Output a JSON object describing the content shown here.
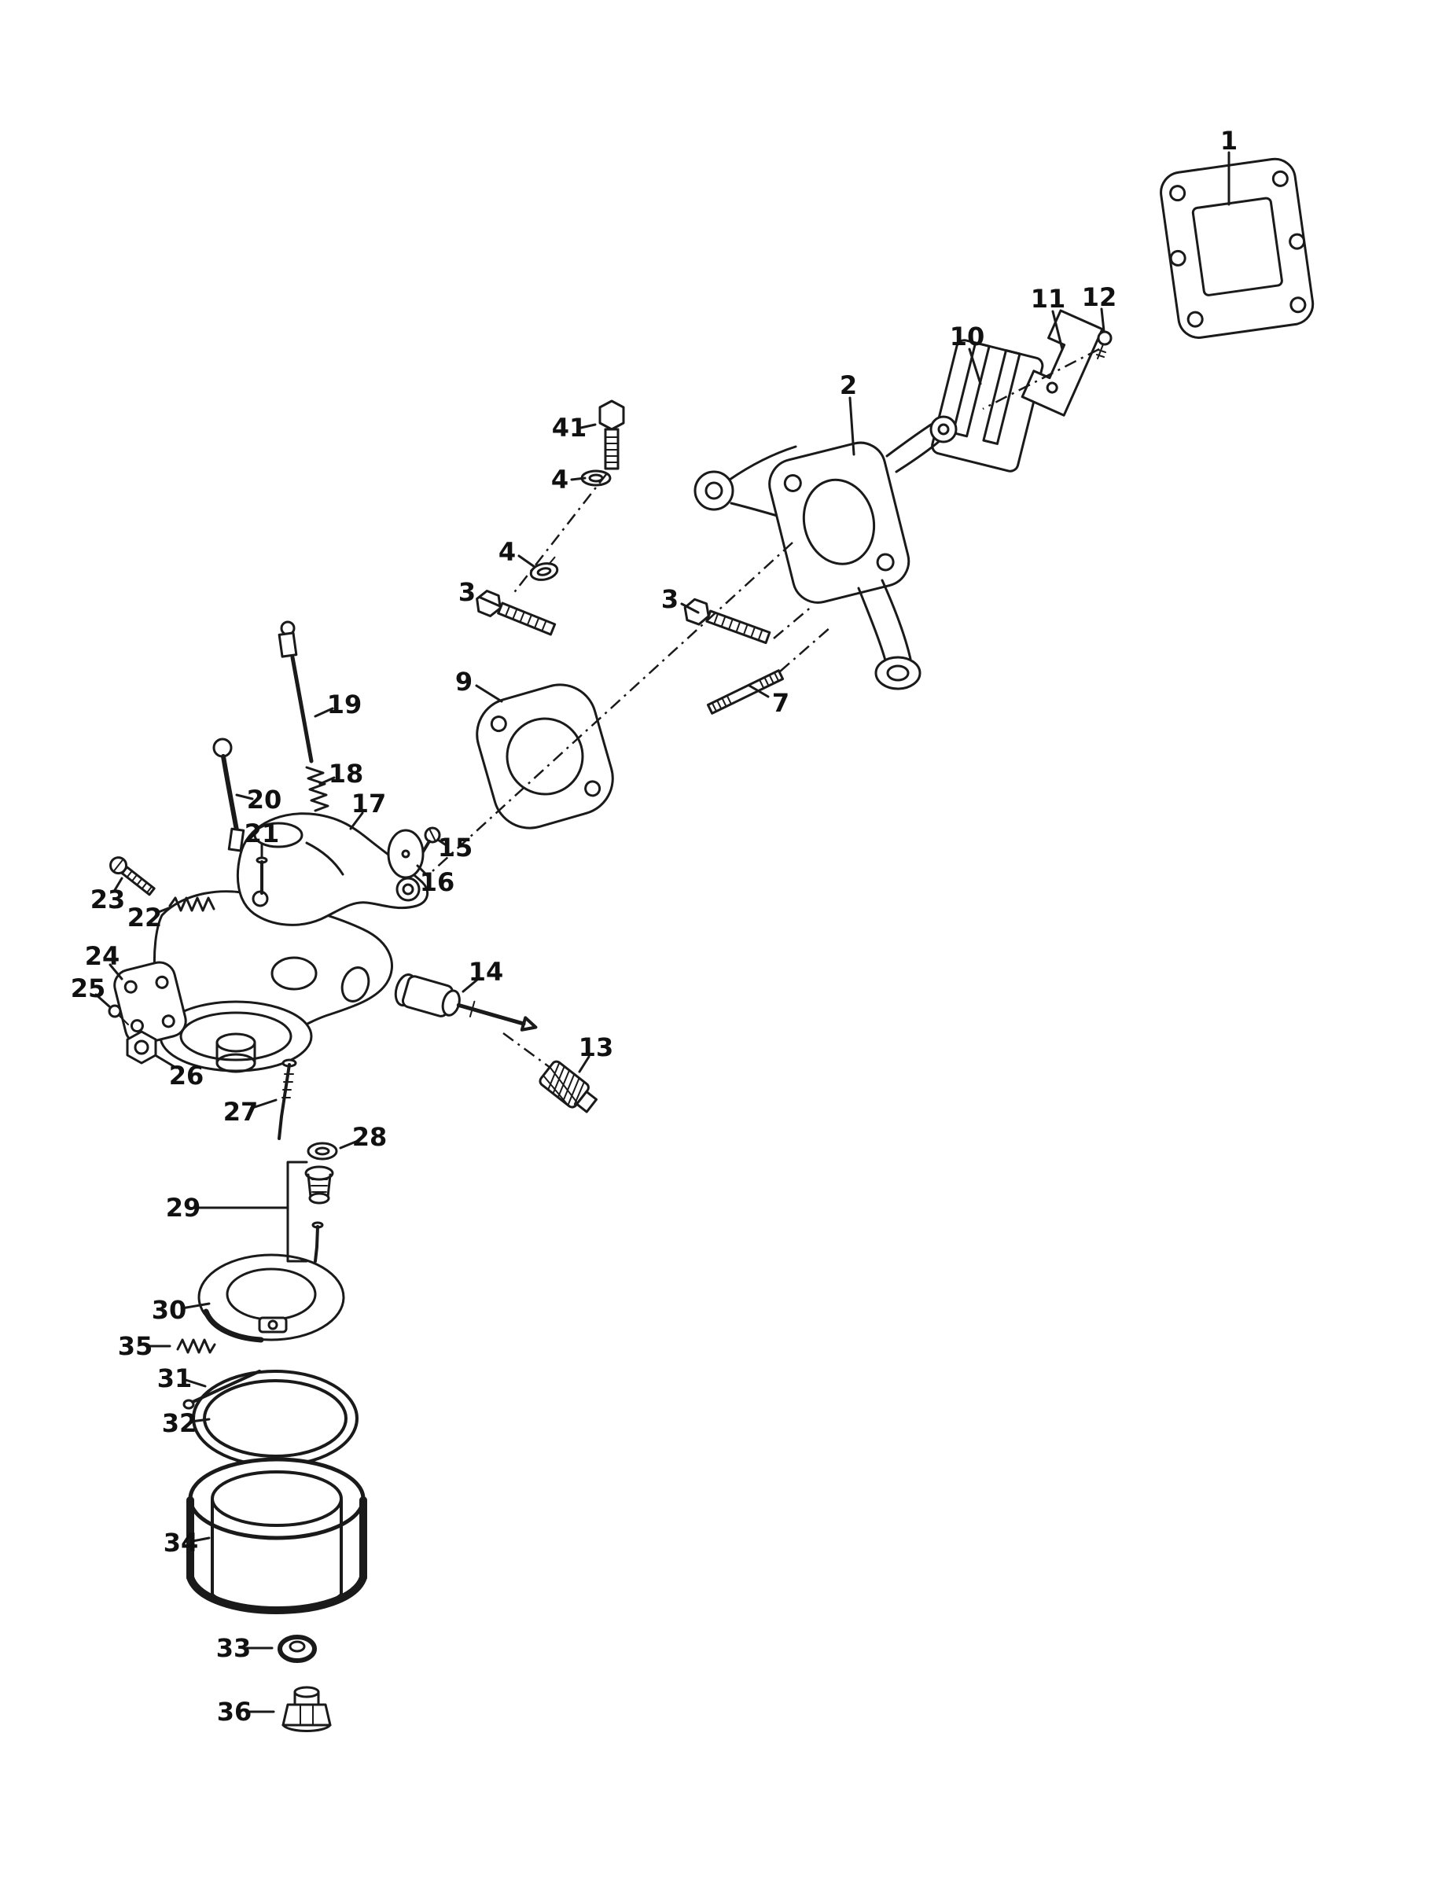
{
  "diagram": {
    "background_color": "#ffffff",
    "ink_color": "#1a1a1a",
    "callouts": [
      {
        "label": "1",
        "part": "flange gasket with square port and six holes"
      },
      {
        "label": "2",
        "part": "manifold adapter casting"
      },
      {
        "label": "3",
        "part": "hex bolt"
      },
      {
        "label": "3",
        "part": "hex bolt"
      },
      {
        "label": "4",
        "part": "flat washer"
      },
      {
        "label": "4",
        "part": "lock washer"
      },
      {
        "label": "7",
        "part": "threaded stud"
      },
      {
        "label": "9",
        "part": "carburetor mounting gasket"
      },
      {
        "label": "10",
        "part": "slotted shim plate"
      },
      {
        "label": "11",
        "part": "fork retainer plate"
      },
      {
        "label": "12",
        "part": "screw"
      },
      {
        "label": "13",
        "part": "knurled plug"
      },
      {
        "label": "14",
        "part": "needle valve assembly"
      },
      {
        "label": "15",
        "part": "screw"
      },
      {
        "label": "16",
        "part": "throttle disc"
      },
      {
        "label": "17",
        "part": "carburetor top body"
      },
      {
        "label": "18",
        "part": "spring"
      },
      {
        "label": "19",
        "part": "rod with clip"
      },
      {
        "label": "20",
        "part": "lever"
      },
      {
        "label": "21",
        "part": "pin"
      },
      {
        "label": "22",
        "part": "spring"
      },
      {
        "label": "23",
        "part": "screw"
      },
      {
        "label": "24",
        "part": "plate with holes"
      },
      {
        "label": "25",
        "part": "screw"
      },
      {
        "label": "26",
        "part": "hex nut"
      },
      {
        "label": "27",
        "part": "adjusting needle"
      },
      {
        "label": "28",
        "part": "washer"
      },
      {
        "label": "29",
        "part": "inlet seat and needle"
      },
      {
        "label": "30",
        "part": "float ring with hinge"
      },
      {
        "label": "31",
        "part": "float pin"
      },
      {
        "label": "32",
        "part": "o-ring"
      },
      {
        "label": "33",
        "part": "washer"
      },
      {
        "label": "34",
        "part": "float bowl cylinder"
      },
      {
        "label": "35",
        "part": "spring"
      },
      {
        "label": "36",
        "part": "hex plug bolt"
      },
      {
        "label": "41",
        "part": "hex bolt"
      }
    ]
  }
}
